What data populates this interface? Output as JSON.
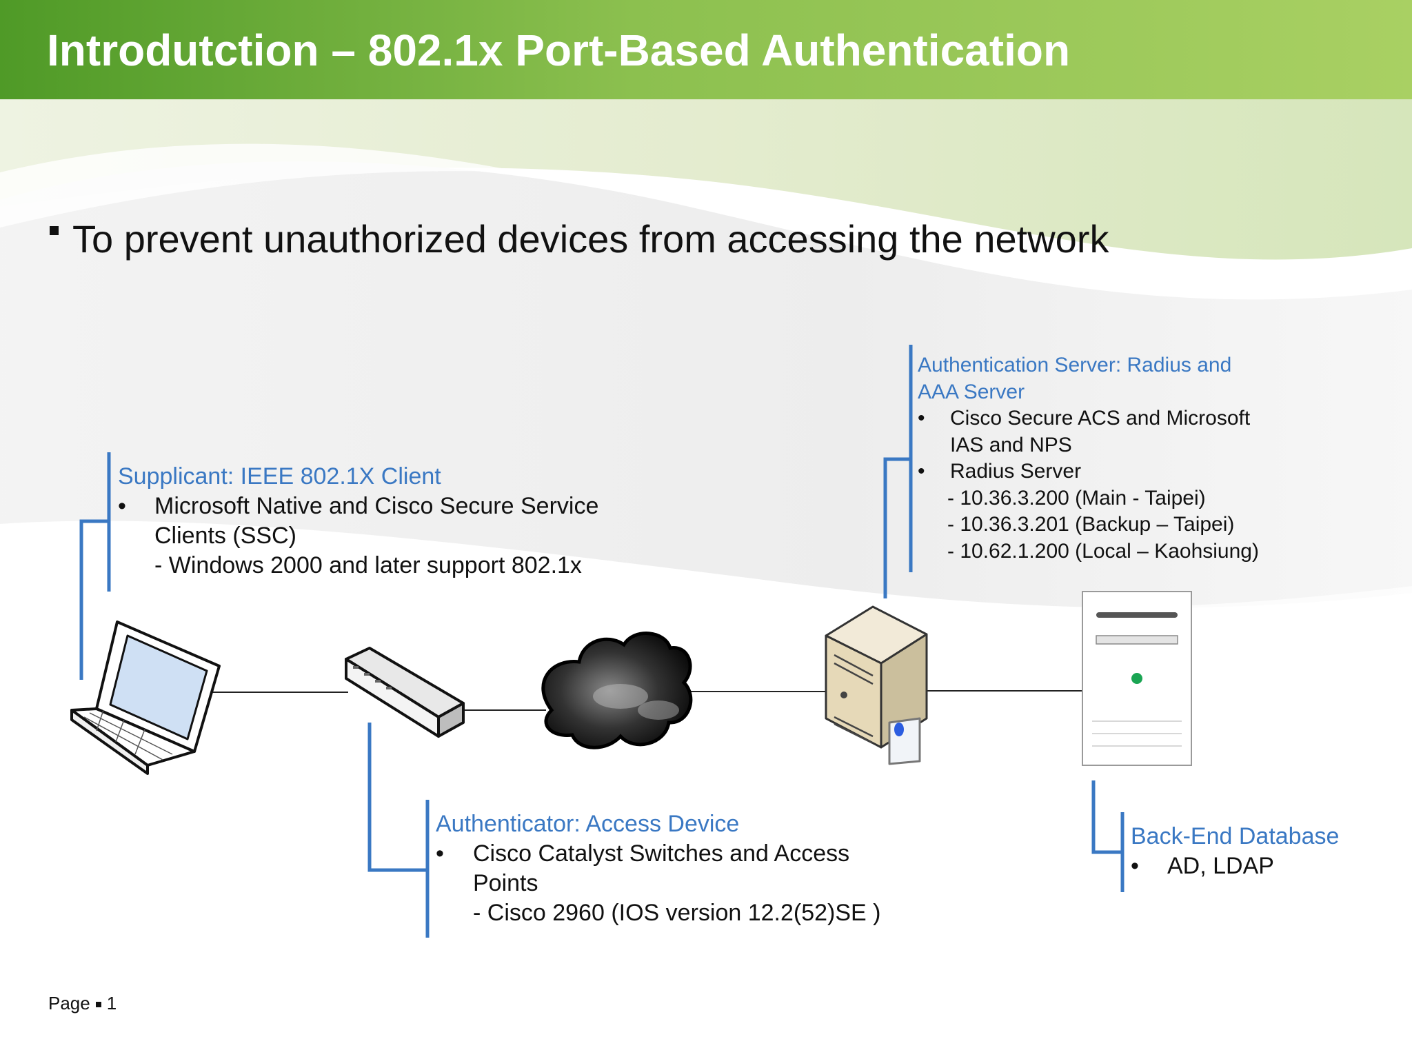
{
  "slide": {
    "title": "Introdutction – 802.1x Port-Based Authentication",
    "bullet": "To prevent unauthorized devices from accessing the network",
    "footer": {
      "page_label": "Page",
      "page_number": "1"
    }
  },
  "colors": {
    "accent_blue": "#3a78c3",
    "title_green": "#7cb342",
    "text": "#111111"
  },
  "supplicant": {
    "heading": "Supplicant: IEEE 802.1X Client",
    "bullet_symbol": "•",
    "item_line1": "Microsoft Native and Cisco Secure Service",
    "item_line2": "Clients (SSC)",
    "item_sub": "- Windows 2000 and later support 802.1x"
  },
  "authenticator": {
    "heading": "Authenticator: Access Device",
    "bullet_symbol": "•",
    "item_line1": "Cisco Catalyst Switches and Access",
    "item_line2": "Points",
    "item_sub": "- Cisco 2960 (IOS version 12.2(52)SE )"
  },
  "auth_server": {
    "heading_line1": "Authentication Server: Radius and",
    "heading_line2": "AAA Server",
    "bullet_symbol": "•",
    "item1_line1": "Cisco Secure ACS and Microsoft",
    "item1_line2": "IAS and NPS",
    "item2": "Radius Server",
    "servers": [
      "- 10.36.3.200 (Main - Taipei)",
      "- 10.36.3.201 (Backup – Taipei)",
      "- 10.62.1.200 (Local – Kaohsiung)"
    ]
  },
  "backend": {
    "heading": "Back-End Database",
    "bullet_symbol": "•",
    "item": "AD, LDAP"
  },
  "icons": [
    "laptop-icon",
    "switch-icon",
    "cloud-icon",
    "server-icon",
    "database-server-icon"
  ]
}
